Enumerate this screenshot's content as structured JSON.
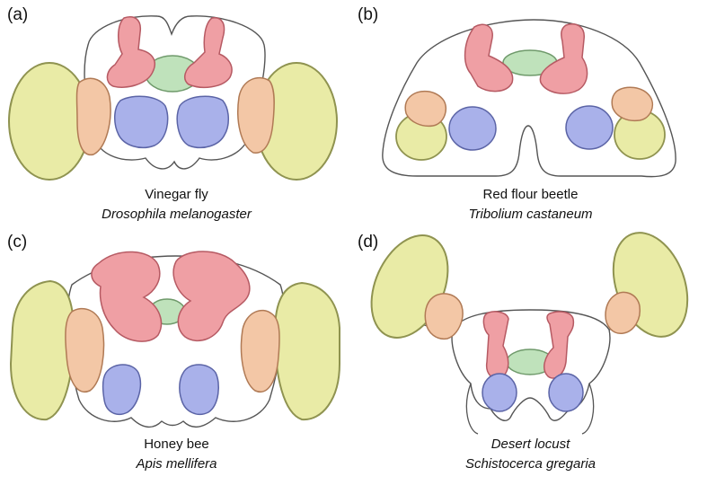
{
  "colors": {
    "optic_lobe": "#e9eba6",
    "optic_lobe_stroke": "#8f9350",
    "medulla": "#f3c7a6",
    "medulla_stroke": "#b07a55",
    "mushroom_body": "#ef9fa4",
    "mushroom_body_stroke": "#b65a63",
    "central_complex": "#bfe2bb",
    "central_complex_stroke": "#6f9a6b",
    "antennal_lobe": "#a9b1ea",
    "antennal_lobe_stroke": "#5b64a6",
    "outline": "#555555"
  },
  "panels": [
    {
      "letter": "(a)",
      "common_name": "Vinegar fly",
      "species": "Drosophila melanogaster"
    },
    {
      "letter": "(b)",
      "common_name": "Red flour beetle",
      "species": "Tribolium castaneum"
    },
    {
      "letter": "(c)",
      "common_name": "Honey bee",
      "species": "Apis mellifera"
    },
    {
      "letter": "(d)",
      "common_name": "Desert locust",
      "species": "Schistocerca gregaria"
    }
  ]
}
